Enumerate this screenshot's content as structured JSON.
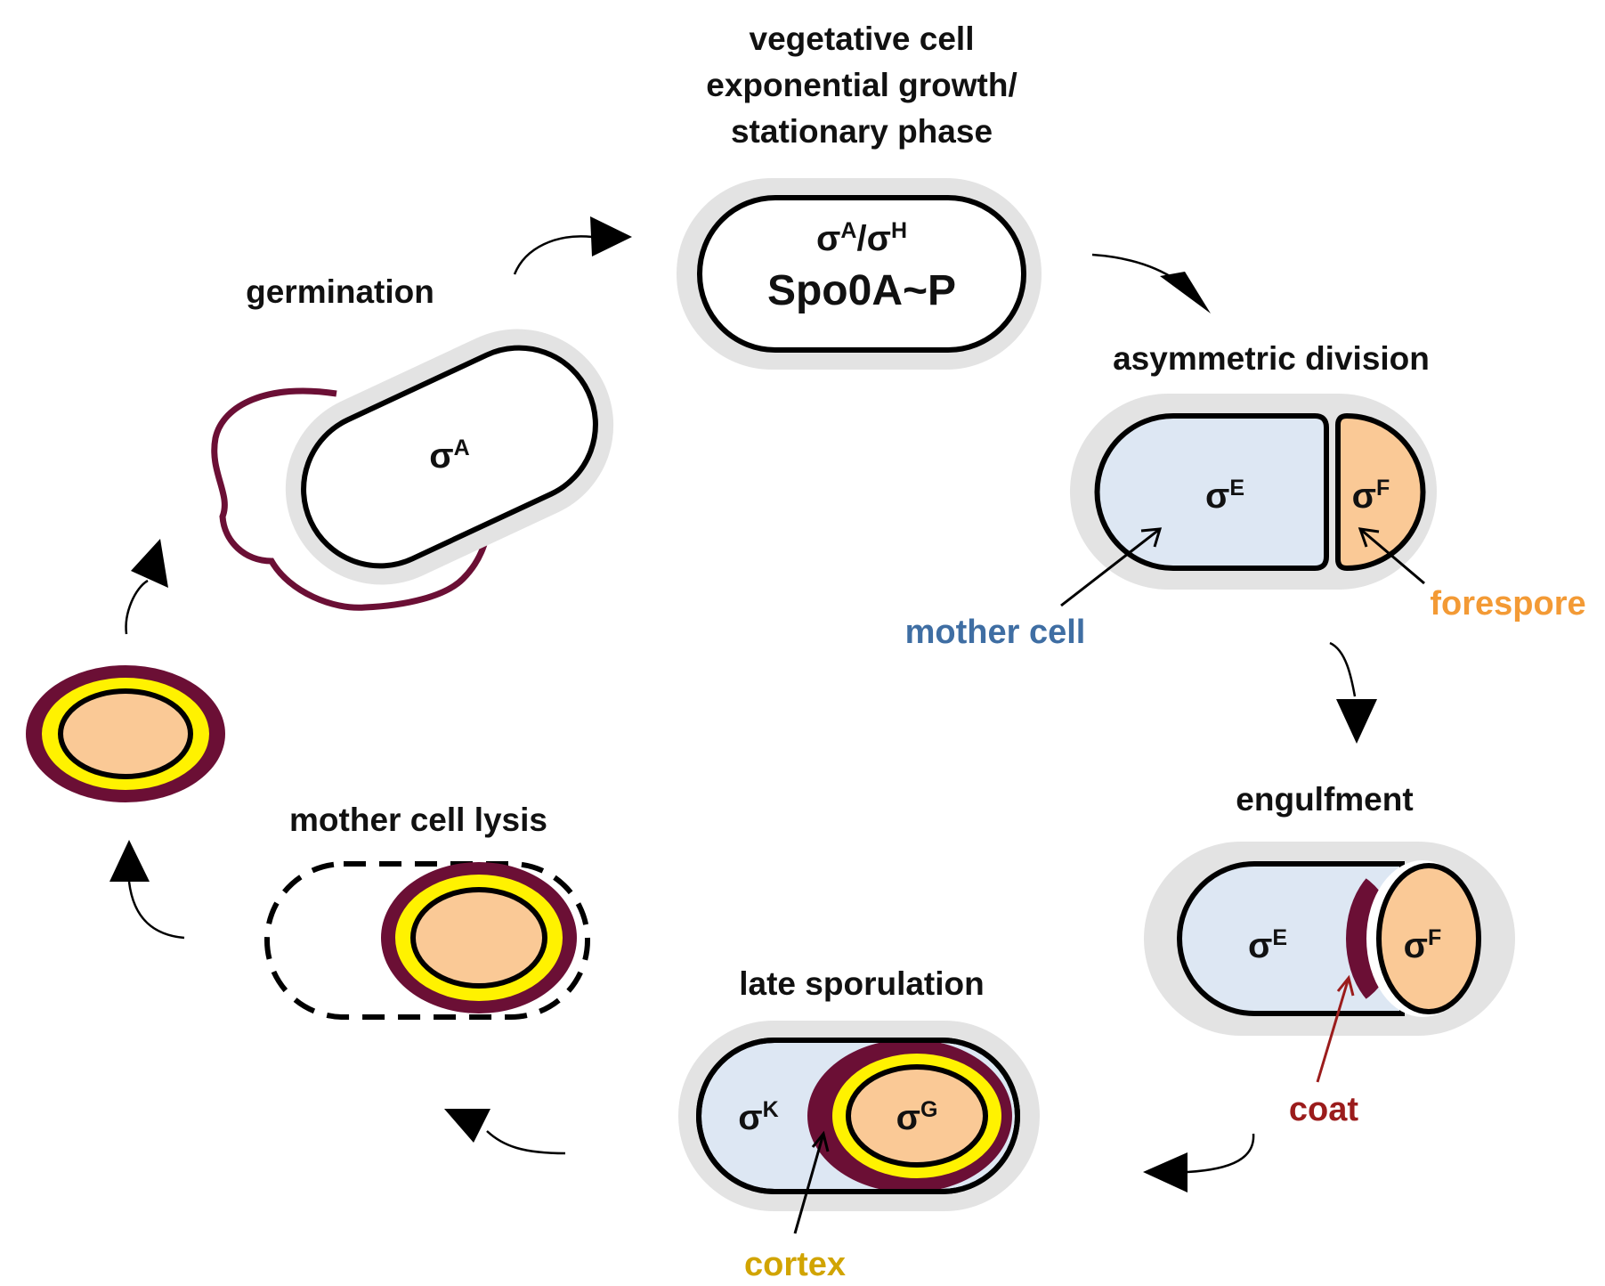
{
  "stages": {
    "vegetative": {
      "title_lines": [
        "vegetative cell",
        "exponential growth/",
        "stationary phase"
      ],
      "sigma_a": "A",
      "sigma_h": "H",
      "regulator": "Spo0A~P"
    },
    "asymmetric": {
      "title": "asymmetric division",
      "mother_sigma": "E",
      "forespore_sigma": "F"
    },
    "engulfment": {
      "title": "engulfment",
      "mother_sigma": "E",
      "forespore_sigma": "F"
    },
    "late": {
      "title": "late sporulation",
      "mother_sigma": "K",
      "forespore_sigma": "G"
    },
    "lysis": {
      "title": "mother cell lysis"
    },
    "germination": {
      "title": "germination",
      "sigma": "A"
    }
  },
  "annotations": {
    "mother_cell": "mother cell",
    "forespore": "forespore",
    "coat": "coat",
    "cortex": "cortex"
  },
  "sigma_symbol": "σ",
  "sigma_separator": "/",
  "colors": {
    "halo": "#e3e3e3",
    "mother_cell": "#dde7f3",
    "forespore": "#fac996",
    "coat": "#6b0f35",
    "cortex": "#fff200",
    "mother_label": "#3f6ea3",
    "forespore_label": "#f39a35",
    "coat_label": "#9b1c1c",
    "cortex_label": "#d1a400"
  }
}
